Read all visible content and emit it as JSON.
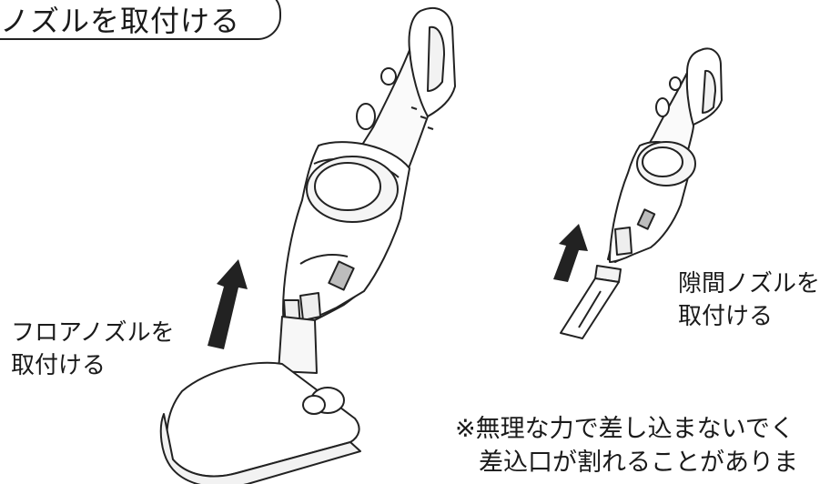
{
  "title": "ノズルを取付ける",
  "floor_nozzle_label": [
    "フロアノズルを",
    "取付ける"
  ],
  "crevice_nozzle_label": [
    "隙間ノズルを",
    "取付ける"
  ],
  "note": [
    "※無理な力で差し込まないでく",
    "差込口が割れることがありま"
  ]
}
